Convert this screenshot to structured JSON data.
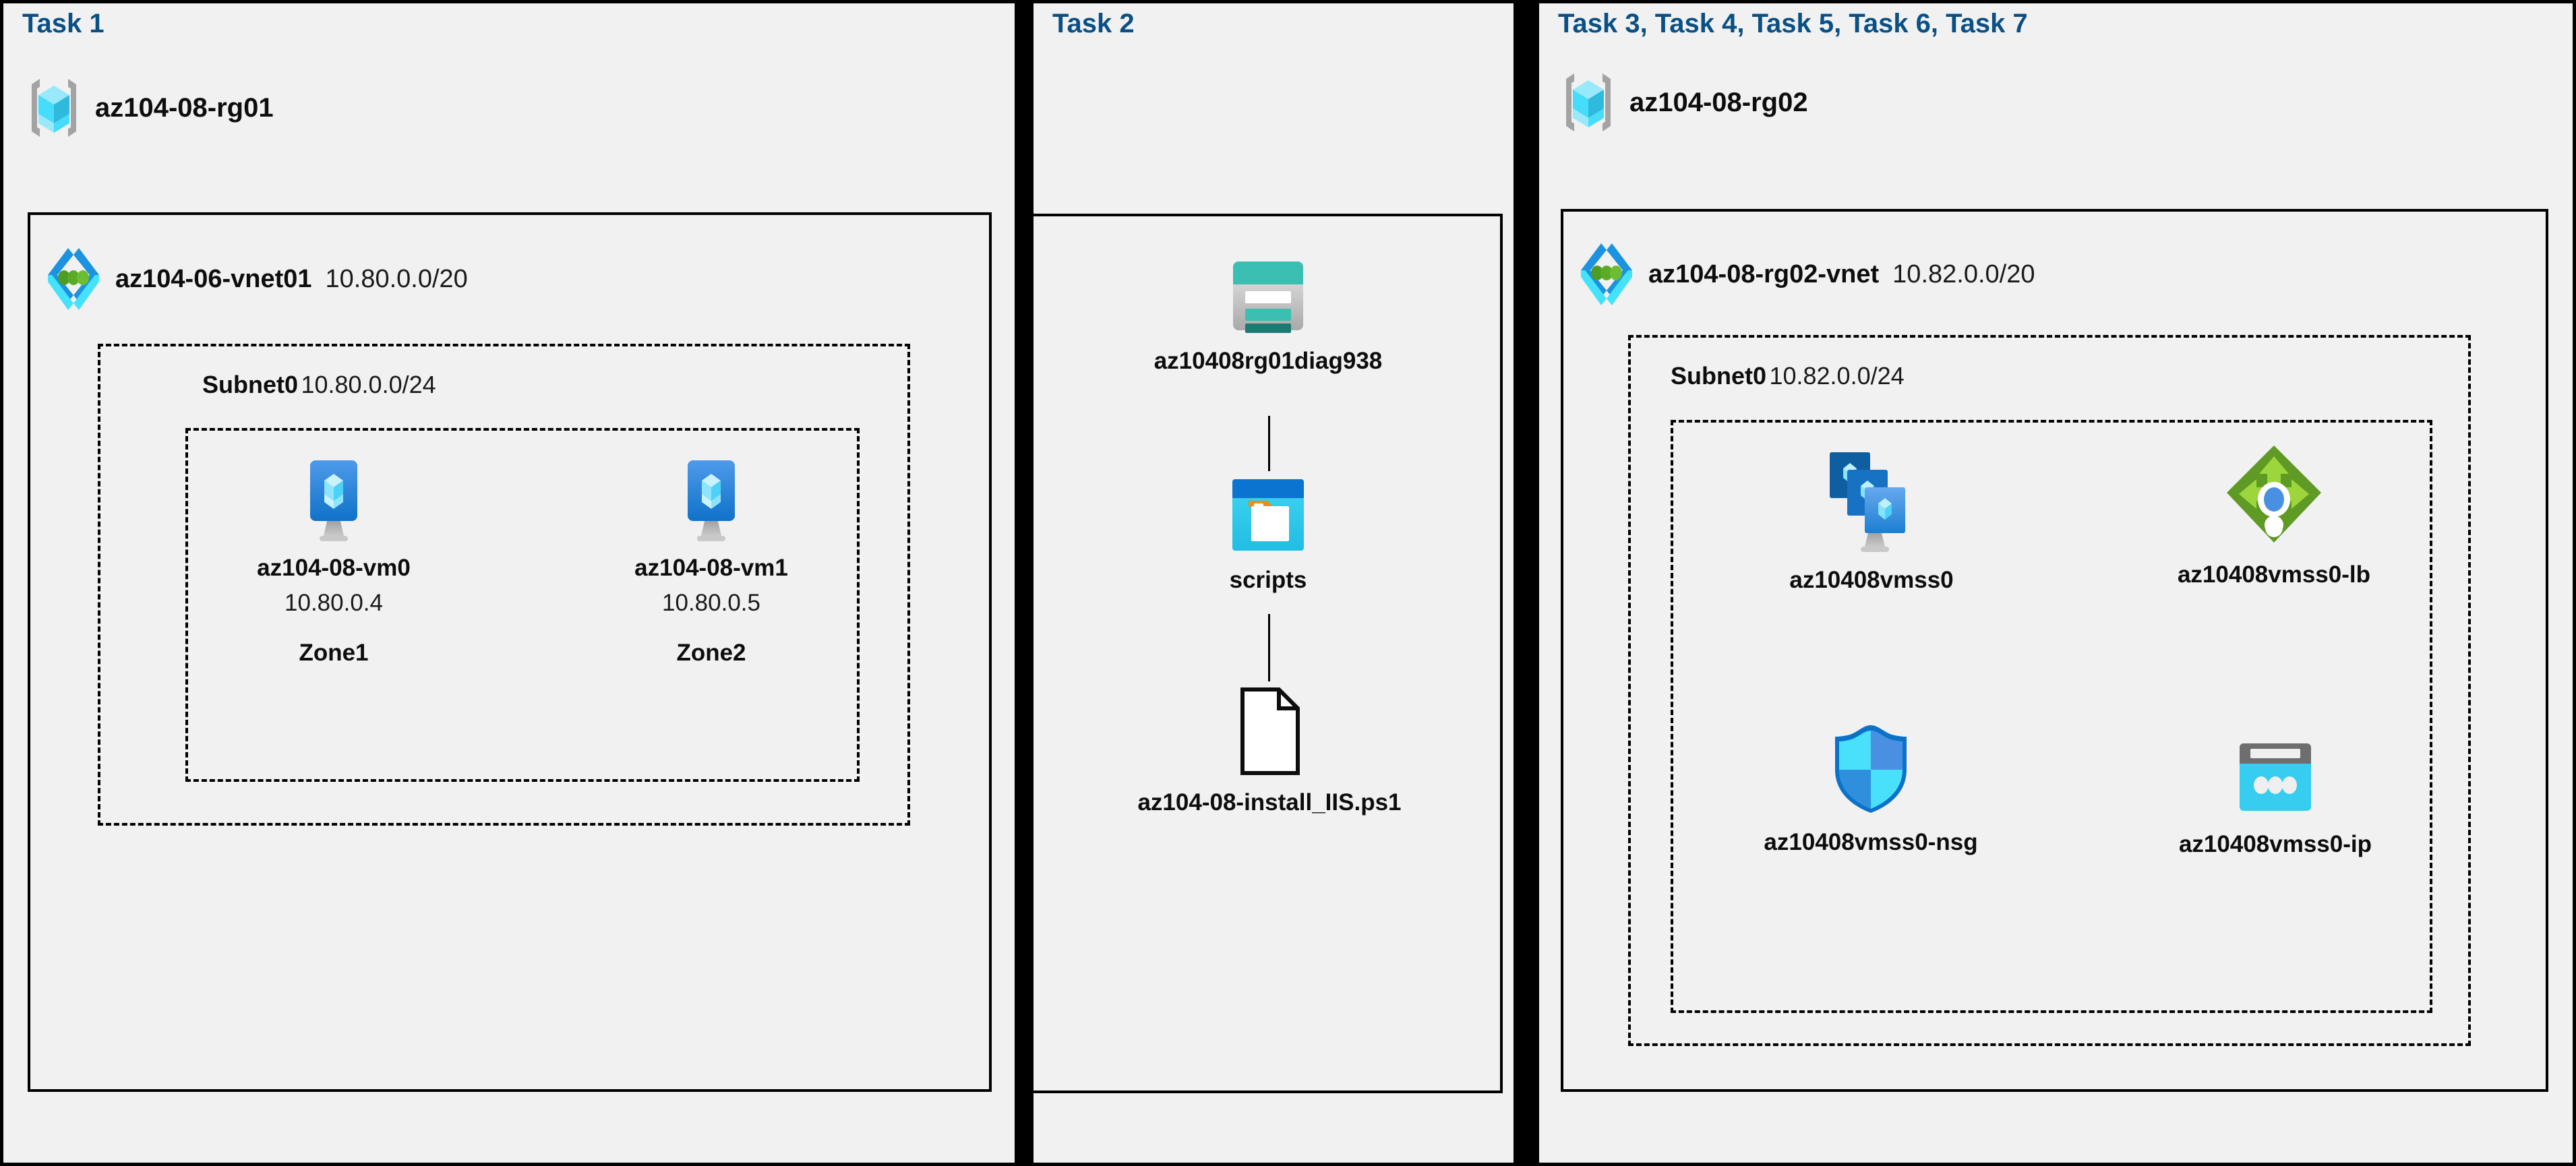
{
  "colors": {
    "task_title": "#0a5085",
    "panel_bg": "#f1f1f1",
    "separator": "#000000",
    "border": "#000000",
    "rg_cube": "#49d6f7",
    "vnet_chevron_dark": "#1b93e0",
    "vnet_chevron_light": "#44e3fb",
    "vnet_dot_green": "#5ea628",
    "vm_blue": "#2a8ade",
    "storage_teal": "#3bbfb2",
    "storage_teal_dark": "#1d7a72",
    "scripts_blue": "#0a74d0",
    "scripts_cyan": "#34c6e8",
    "scripts_orange": "#f08a1a",
    "lb_green_dark": "#5e9a24",
    "lb_green_light": "#9cd63c",
    "lb_center_blue": "#4a90e2",
    "nsg_shield_border": "#0a72c8",
    "nsg_cyan": "#49e0fb",
    "nsg_blue": "#4a90e2",
    "pip_gray": "#6e6e6e",
    "pip_cyan": "#36cdf0"
  },
  "columns": [
    {
      "id": "task1",
      "title": "Task 1",
      "resource_group": {
        "name": "az104-08-rg01",
        "icon": "resource-group-icon"
      },
      "vnet": {
        "name": "az104-06-vnet01",
        "cidr": "10.80.0.0/20",
        "icon": "virtual-network-icon"
      },
      "subnet": {
        "name": "Subnet0",
        "cidr": "10.80.0.0/24"
      },
      "vms": [
        {
          "name": "az104-08-vm0",
          "ip": "10.80.0.4",
          "zone": "Zone1",
          "icon": "virtual-machine-icon"
        },
        {
          "name": "az104-08-vm1",
          "ip": "10.80.0.5",
          "zone": "Zone2",
          "icon": "virtual-machine-icon"
        }
      ]
    },
    {
      "id": "task2",
      "title": "Task 2",
      "items": [
        {
          "name": "az10408rg01diag938",
          "icon": "storage-account-icon"
        },
        {
          "name": "scripts",
          "icon": "blob-container-icon"
        },
        {
          "name": "az104-08-install_IIS.ps1",
          "icon": "file-icon"
        }
      ]
    },
    {
      "id": "task3",
      "title": "Task 3, Task 4, Task 5, Task 6, Task 7",
      "resource_group": {
        "name": "az104-08-rg02",
        "icon": "resource-group-icon"
      },
      "vnet": {
        "name": "az104-08-rg02-vnet",
        "cidr": "10.82.0.0/20",
        "icon": "virtual-network-icon"
      },
      "subnet": {
        "name": "Subnet0",
        "cidr": "10.82.0.0/24"
      },
      "resources": [
        {
          "name": "az10408vmss0",
          "icon": "vm-scale-set-icon"
        },
        {
          "name": "az10408vmss0-lb",
          "icon": "load-balancer-icon"
        },
        {
          "name": "az10408vmss0-nsg",
          "icon": "network-security-group-icon"
        },
        {
          "name": "az10408vmss0-ip",
          "icon": "public-ip-address-icon"
        }
      ]
    }
  ]
}
